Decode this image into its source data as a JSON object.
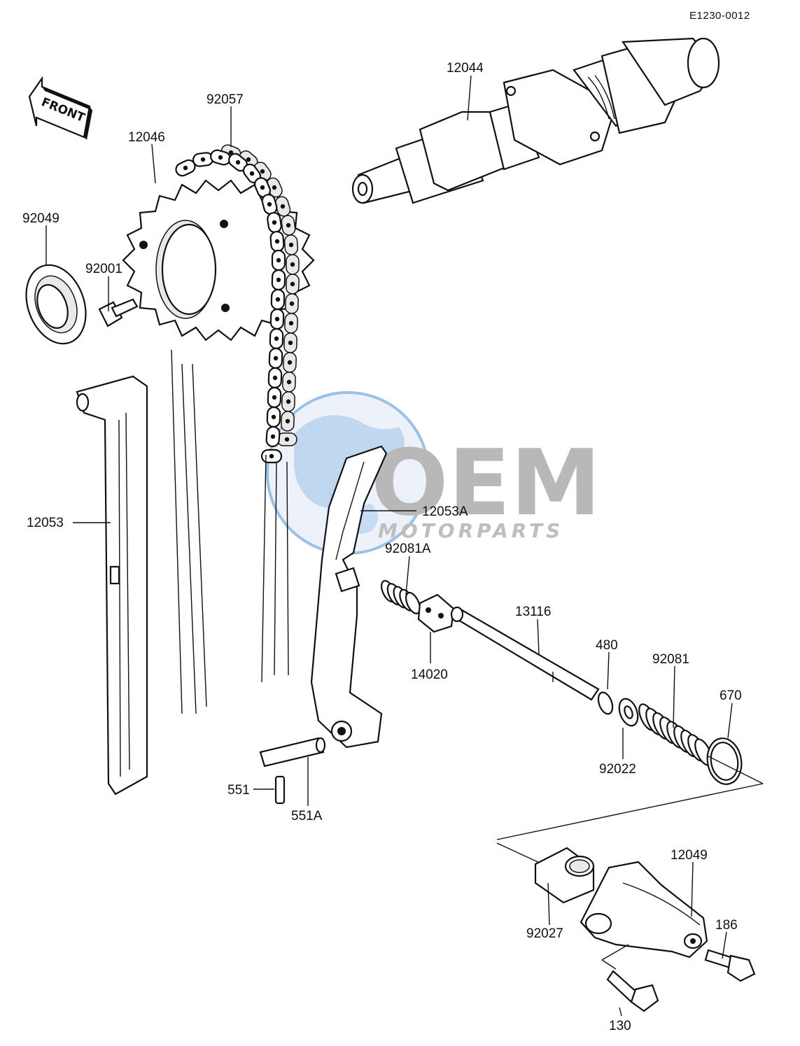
{
  "diagram_code": "E1230-0012",
  "front_label": "FRONT",
  "watermark": {
    "main": "OEM",
    "sub": "MOTORPARTS",
    "accent_color": "#4a8fd6"
  },
  "parts": [
    {
      "id": "12044",
      "label": "12044"
    },
    {
      "id": "92057",
      "label": "92057"
    },
    {
      "id": "12046",
      "label": "12046"
    },
    {
      "id": "92049",
      "label": "92049"
    },
    {
      "id": "92001",
      "label": "92001"
    },
    {
      "id": "12053",
      "label": "12053"
    },
    {
      "id": "12053A",
      "label": "12053A"
    },
    {
      "id": "92081A",
      "label": "92081A"
    },
    {
      "id": "13116",
      "label": "13116"
    },
    {
      "id": "14020",
      "label": "14020"
    },
    {
      "id": "480",
      "label": "480"
    },
    {
      "id": "92081",
      "label": "92081"
    },
    {
      "id": "670",
      "label": "670"
    },
    {
      "id": "92022",
      "label": "92022"
    },
    {
      "id": "551",
      "label": "551"
    },
    {
      "id": "551A",
      "label": "551A"
    },
    {
      "id": "12049",
      "label": "12049"
    },
    {
      "id": "92027",
      "label": "92027"
    },
    {
      "id": "186",
      "label": "186"
    },
    {
      "id": "130",
      "label": "130"
    }
  ]
}
